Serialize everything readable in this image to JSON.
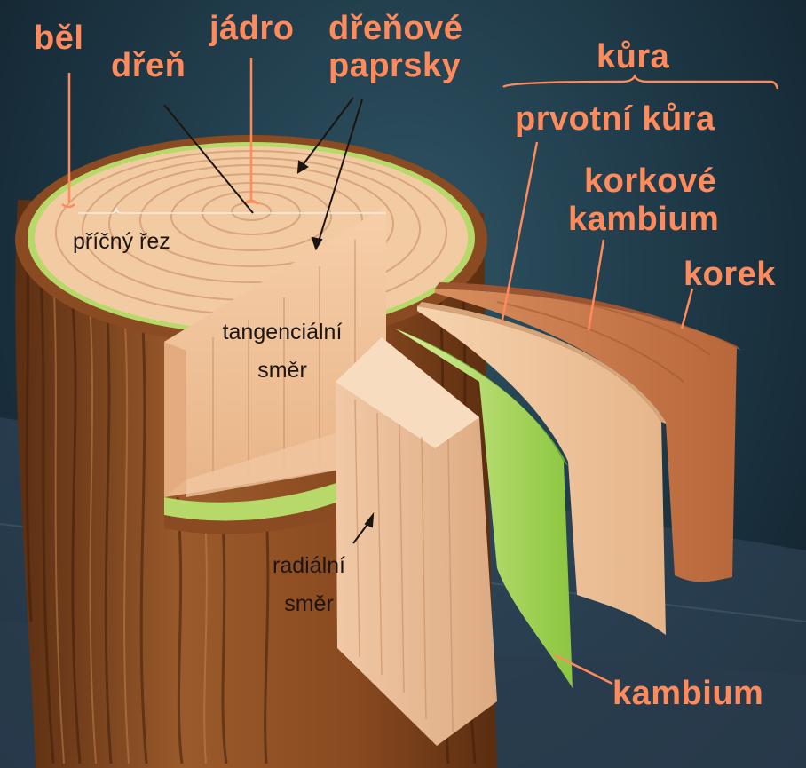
{
  "labels": {
    "bel": "běl",
    "dren": "dřeň",
    "jadro": "jádro",
    "drenove": "dřeňové",
    "paprsky": "paprsky",
    "kura": "kůra",
    "prvotni_kura": "prvotní kůra",
    "korkove": "korkové",
    "kambium_korkove": "kambium",
    "korek": "korek",
    "pricny_rez": "příčný řez",
    "tangencialni": "tangenciální",
    "smer_tangencialni": "směr",
    "radialni": "radiální",
    "smer_radialni": "směr",
    "kambium": "kambium"
  },
  "colors": {
    "label_orange": "#ff8a5b",
    "heartwood": "#f2c39c",
    "sapwood_green": "#b7d96a",
    "bark_brown": "#8a4a22",
    "cork": "#c9784a",
    "primary_cortex": "#efc59c",
    "cambium_green": "#8cc63f"
  }
}
